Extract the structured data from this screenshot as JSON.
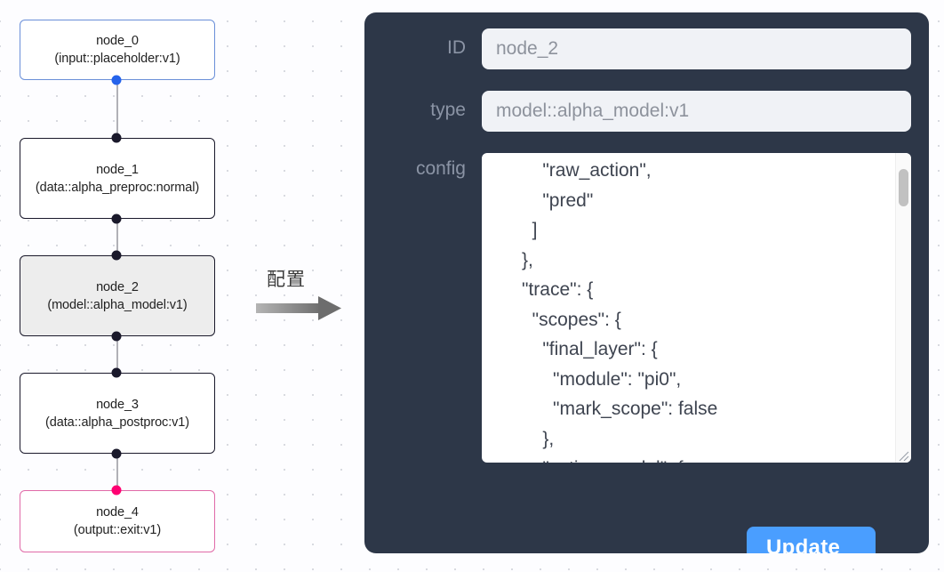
{
  "graph": {
    "nodes": [
      {
        "id": "node_0",
        "label": "node_0\n(input::placeholder:v1)",
        "kind": "input",
        "selected": false
      },
      {
        "id": "node_1",
        "label": "node_1\n(data::alpha_preproc:normal)",
        "kind": "default",
        "selected": false
      },
      {
        "id": "node_2",
        "label": "node_2\n(model::alpha_model:v1)",
        "kind": "default",
        "selected": true
      },
      {
        "id": "node_3",
        "label": "node_3\n(data::alpha_postproc:v1)",
        "kind": "default",
        "selected": false
      },
      {
        "id": "node_4",
        "label": "node_4\n(output::exit:v1)",
        "kind": "output",
        "selected": false
      }
    ],
    "colors": {
      "input_border": "#6a8fd8",
      "output_border": "#e06aa8",
      "default_border": "#1a192b",
      "selected_fill": "#ededed",
      "edge": "#b1b1b7",
      "handle_source": "#2563eb",
      "handle_output": "#ff0072"
    }
  },
  "annotation": {
    "caption": "配置",
    "arrow_icon": "arrow-right-icon",
    "arrow_color": "#8c8c8c"
  },
  "panel": {
    "background": "#2d3748",
    "fields": [
      {
        "label": "ID",
        "value": "node_2"
      },
      {
        "label": "type",
        "value": "model::alpha_model:v1"
      },
      {
        "label": "config",
        "value": "          \"raw_action\",\n          \"pred\"\n        ]\n      },\n      \"trace\": {\n        \"scopes\": {\n          \"final_layer\": {\n            \"module\": \"pi0\",\n            \"mark_scope\": false\n          },\n          \"action_model\": {"
      }
    ],
    "update_label": "Update",
    "update_color": "#4a9eff"
  }
}
